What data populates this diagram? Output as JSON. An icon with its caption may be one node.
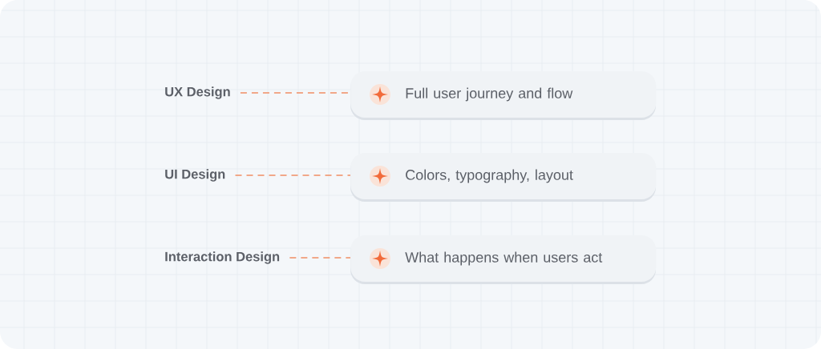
{
  "diagram": {
    "nodes": [
      {
        "text": [
          "UX Design"
        ]
      },
      {
        "text": [
          "Full user journey and flow"
        ]
      },
      {
        "text": [
          "UI Design"
        ]
      },
      {
        "text": [
          "Colors, typography, layout"
        ]
      },
      {
        "text": [
          "Interaction Design"
        ]
      },
      {
        "text": [
          "What happens when users act"
        ]
      }
    ],
    "edges": [
      {
        "from": 0,
        "to": 1,
        "arrow": "none",
        "style": "dashed"
      },
      {
        "from": 2,
        "to": 3,
        "arrow": "none",
        "style": "dashed"
      },
      {
        "from": 4,
        "to": 5,
        "arrow": "none",
        "style": "dashed"
      }
    ]
  }
}
